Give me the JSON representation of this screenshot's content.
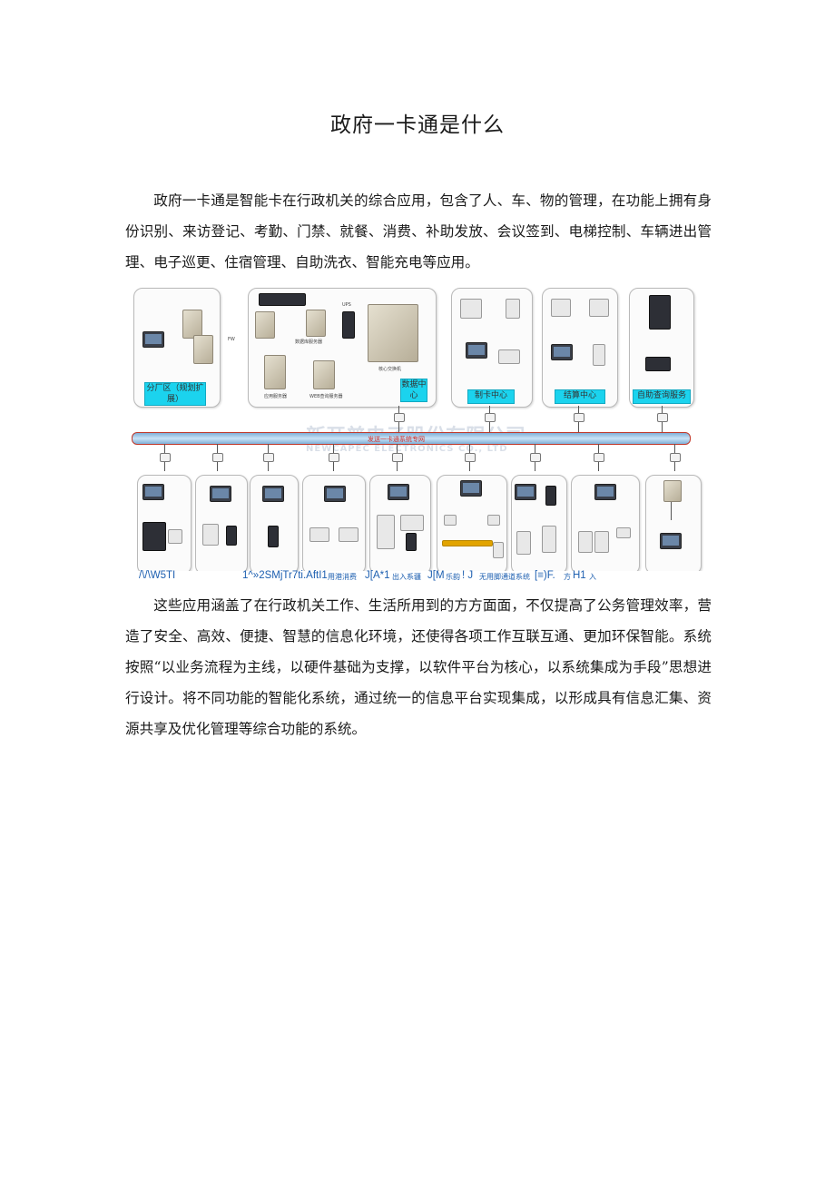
{
  "document": {
    "title": "政府一卡通是什么",
    "paragraph1": "政府一卡通是智能卡在行政机关的综合应用，包含了人、车、物的管理，在功能上拥有身份识别、来访登记、考勤、门禁、就餐、消费、补助发放、会议签到、电梯控制、车辆进出管理、电子巡更、住宿管理、自助洗衣、智能充电等应用。",
    "paragraph2": "这些应用涵盖了在行政机关工作、生活所用到的方方面面，不仅提高了公务管理效率，营造了安全、高效、便捷、智慧的信息化环境，还使得各项工作互联互通、更加环保智能。系统按照“以业务流程为主线，以硬件基础为支撑，以软件平台为核心，以系统集成为手段”思想进行设计。将不同功能的智能化系统，通过统一的信息平台实现集成，以形成具有信息汇集、资源共享及优化管理等综合功能的系统。"
  },
  "diagram": {
    "top_panels": {
      "branch_label": "分厂区（规划扩展）",
      "data_center_label": "数据中心",
      "card_center_label": "制卡中心",
      "finance_center_label": "结算中心",
      "self_service_label": "自助查询服务",
      "ups_label": "UPS",
      "firewall_label": "FW",
      "app_server_label": "应用服务器",
      "db_server_label": "数据库服务器",
      "web_server_label": "WEB查询服务器",
      "core_switch_label": "核心交换机"
    },
    "bus_label": "发送一卡通系统专网",
    "watermark_cn": "新开普电子股份有限公司",
    "watermark_en": "NEWCAPEC ELECTRONICS CO., LTD"
  },
  "caption": {
    "part1": "/\\/\\W5TI",
    "part2": "1^»2SMjTr7ti.AftI1",
    "part3": "用港消费",
    "part4": "J[A*1",
    "part5": "出入系疆",
    "part6": "J[M",
    "part7": "乐韵",
    "part8": "! J",
    "part9": "无用脚通道系统",
    "part10": "[≡)F.",
    "part11": "方",
    "part12": "H1",
    "part13": "入"
  }
}
